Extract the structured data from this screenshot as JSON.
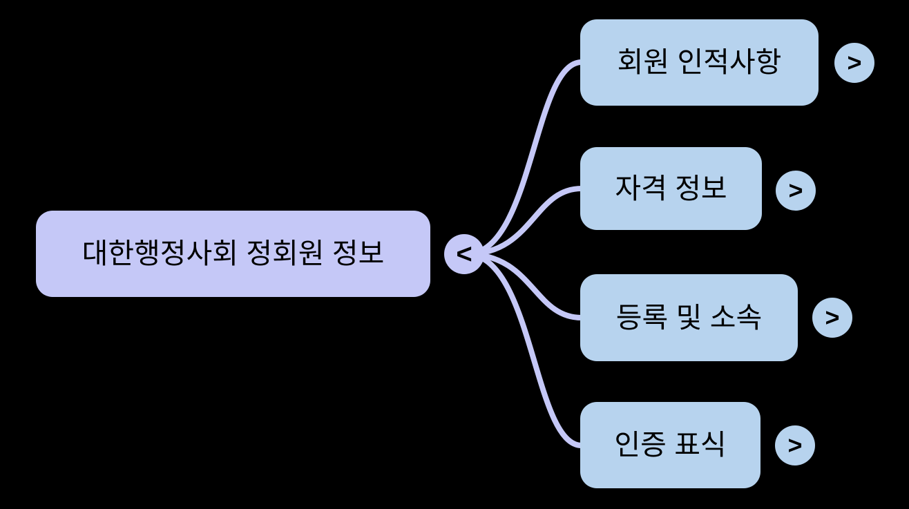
{
  "canvas": {
    "background": "#000000"
  },
  "mindmap": {
    "colors": {
      "root_fill": "#c5c8f7",
      "child_fill": "#b7d3ee",
      "connector": "#c5c8f7",
      "text": "#000000"
    },
    "root": {
      "label": "대한행정사회 정회원 정보",
      "collapse_button": "<"
    },
    "children": [
      {
        "label": "회원 인적사항",
        "expand_button": ">"
      },
      {
        "label": "자격 정보",
        "expand_button": ">"
      },
      {
        "label": "등록 및 소속",
        "expand_button": ">"
      },
      {
        "label": "인증 표식",
        "expand_button": ">"
      }
    ]
  }
}
